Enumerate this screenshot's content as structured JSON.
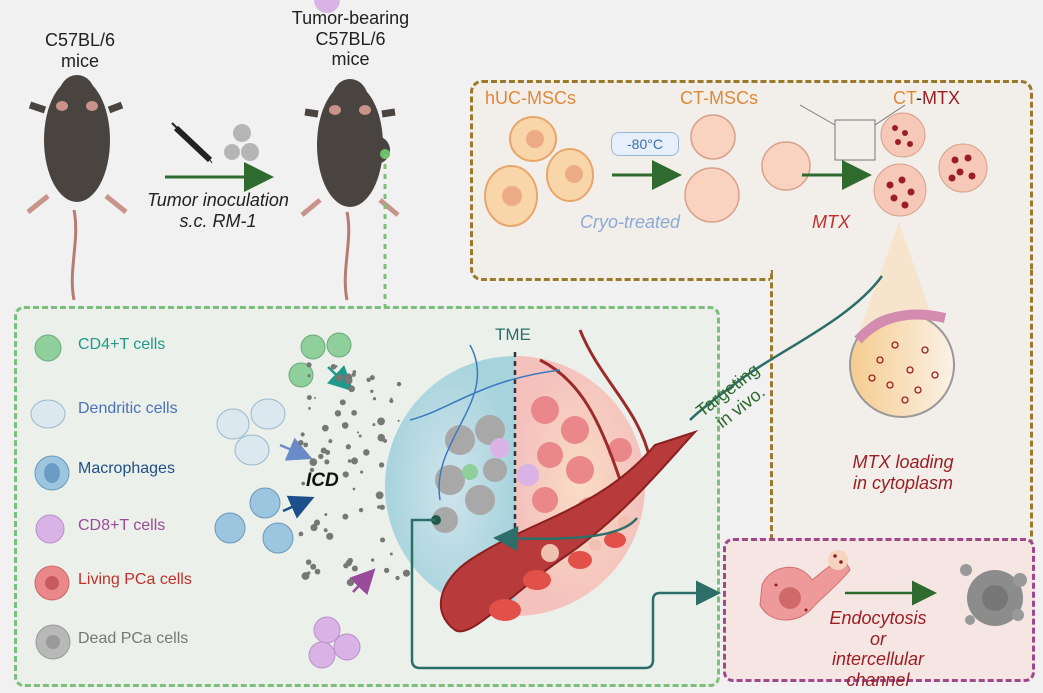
{
  "top_left": {
    "mouse1_label": [
      "C57BL/6",
      "mice"
    ],
    "arrow_label": [
      "Tumor inoculation",
      "s.c. RM-1"
    ],
    "mouse2_label": [
      "Tumor-bearing",
      "C57BL/6",
      "mice"
    ]
  },
  "top_right": {
    "stage1": "hUC-MSCs",
    "stage2": "CT-MSCs",
    "stage3_prefix": "CT",
    "stage3_dash": "-",
    "stage3_suffix": "MTX",
    "temp_badge": "-80°C",
    "step1_label": "Cryo-treated",
    "step2_label": "MTX",
    "zoom_caption": [
      "MTX loading",
      "in cytoplasm"
    ]
  },
  "targeting_label": [
    "Targeting",
    "in vivo."
  ],
  "legend": [
    {
      "label": "CD4+T cells",
      "color": "#1f9a8a",
      "icon_color": "#8fcf9c"
    },
    {
      "label": "Dendritic cells",
      "color": "#4a72b8",
      "icon_color": "#dbe8f0"
    },
    {
      "label": "Macrophages",
      "color": "#1d4f8a",
      "icon_color": "#9cc6df"
    },
    {
      "label": "CD8+T cells",
      "color": "#9a4a9a",
      "icon_color": "#d9b3e6"
    },
    {
      "label": "Living PCa cells",
      "color": "#c0302a",
      "icon_color": "#e9878a"
    },
    {
      "label": "Dead PCa cells",
      "color": "#777777",
      "icon_color": "#b8b8b8"
    }
  ],
  "center": {
    "icd_label": "ICD",
    "tme_label": "TME"
  },
  "bottom_right": {
    "caption": [
      "Endocytosis",
      "or",
      "intercellular channel"
    ]
  },
  "colors": {
    "arrow_green": "#2f6b2f",
    "teal": "#2d6e68",
    "orange": "#e0883a",
    "dark_red": "#9b1e24",
    "blue_light": "#8ca9d6"
  }
}
